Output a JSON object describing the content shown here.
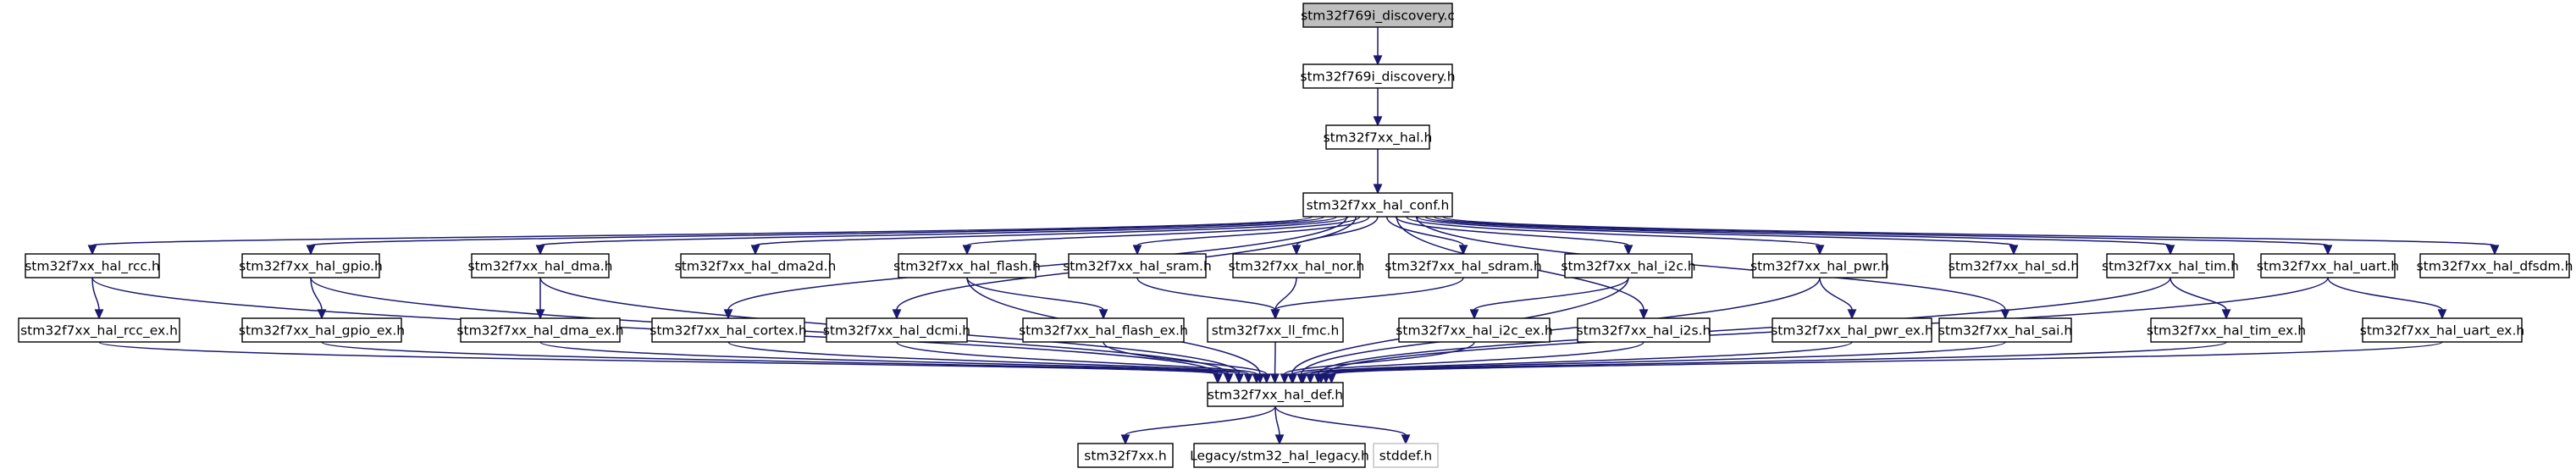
{
  "graph": {
    "nodes": [
      {
        "id": "stm32f769i_discovery_c",
        "label": "stm32f769i_discovery.c",
        "style": "root"
      },
      {
        "id": "stm32f769i_discovery_h",
        "label": "stm32f769i_discovery.h"
      },
      {
        "id": "stm32f7xx_hal_h",
        "label": "stm32f7xx_hal.h"
      },
      {
        "id": "stm32f7xx_hal_conf_h",
        "label": "stm32f7xx_hal_conf.h"
      },
      {
        "id": "stm32f7xx_hal_rcc_h",
        "label": "stm32f7xx_hal_rcc.h"
      },
      {
        "id": "stm32f7xx_hal_gpio_h",
        "label": "stm32f7xx_hal_gpio.h"
      },
      {
        "id": "stm32f7xx_hal_dma_h",
        "label": "stm32f7xx_hal_dma.h"
      },
      {
        "id": "stm32f7xx_hal_dma2d_h",
        "label": "stm32f7xx_hal_dma2d.h"
      },
      {
        "id": "stm32f7xx_hal_flash_h",
        "label": "stm32f7xx_hal_flash.h"
      },
      {
        "id": "stm32f7xx_hal_sram_h",
        "label": "stm32f7xx_hal_sram.h"
      },
      {
        "id": "stm32f7xx_hal_nor_h",
        "label": "stm32f7xx_hal_nor.h"
      },
      {
        "id": "stm32f7xx_hal_sdram_h",
        "label": "stm32f7xx_hal_sdram.h"
      },
      {
        "id": "stm32f7xx_hal_i2c_h",
        "label": "stm32f7xx_hal_i2c.h"
      },
      {
        "id": "stm32f7xx_hal_pwr_h",
        "label": "stm32f7xx_hal_pwr.h"
      },
      {
        "id": "stm32f7xx_hal_sd_h",
        "label": "stm32f7xx_hal_sd.h"
      },
      {
        "id": "stm32f7xx_hal_tim_h",
        "label": "stm32f7xx_hal_tim.h"
      },
      {
        "id": "stm32f7xx_hal_uart_h",
        "label": "stm32f7xx_hal_uart.h"
      },
      {
        "id": "stm32f7xx_hal_dfsdm_h",
        "label": "stm32f7xx_hal_dfsdm.h"
      },
      {
        "id": "stm32f7xx_hal_rcc_ex_h",
        "label": "stm32f7xx_hal_rcc_ex.h"
      },
      {
        "id": "stm32f7xx_hal_gpio_ex_h",
        "label": "stm32f7xx_hal_gpio_ex.h"
      },
      {
        "id": "stm32f7xx_hal_dma_ex_h",
        "label": "stm32f7xx_hal_dma_ex.h"
      },
      {
        "id": "stm32f7xx_hal_cortex_h",
        "label": "stm32f7xx_hal_cortex.h"
      },
      {
        "id": "stm32f7xx_hal_dcmi_h",
        "label": "stm32f7xx_hal_dcmi.h"
      },
      {
        "id": "stm32f7xx_hal_flash_ex_h",
        "label": "stm32f7xx_hal_flash_ex.h"
      },
      {
        "id": "stm32f7xx_ll_fmc_h",
        "label": "stm32f7xx_ll_fmc.h"
      },
      {
        "id": "stm32f7xx_hal_i2c_ex_h",
        "label": "stm32f7xx_hal_i2c_ex.h"
      },
      {
        "id": "stm32f7xx_hal_i2s_h",
        "label": "stm32f7xx_hal_i2s.h"
      },
      {
        "id": "stm32f7xx_hal_pwr_ex_h",
        "label": "stm32f7xx_hal_pwr_ex.h"
      },
      {
        "id": "stm32f7xx_hal_sai_h",
        "label": "stm32f7xx_hal_sai.h"
      },
      {
        "id": "stm32f7xx_hal_tim_ex_h",
        "label": "stm32f7xx_hal_tim_ex.h"
      },
      {
        "id": "stm32f7xx_hal_uart_ex_h",
        "label": "stm32f7xx_hal_uart_ex.h"
      },
      {
        "id": "stm32f7xx_hal_def_h",
        "label": "stm32f7xx_hal_def.h"
      },
      {
        "id": "stm32f7xx_h",
        "label": "stm32f7xx.h"
      },
      {
        "id": "legacy_stm32_hal_legacy_h",
        "label": "Legacy/stm32_hal_legacy.h"
      },
      {
        "id": "stddef_h",
        "label": "stddef.h",
        "style": "faint"
      }
    ],
    "edges": [
      [
        "stm32f769i_discovery_c",
        "stm32f769i_discovery_h"
      ],
      [
        "stm32f769i_discovery_h",
        "stm32f7xx_hal_h"
      ],
      [
        "stm32f7xx_hal_h",
        "stm32f7xx_hal_conf_h"
      ],
      [
        "stm32f7xx_hal_conf_h",
        "stm32f7xx_hal_rcc_h"
      ],
      [
        "stm32f7xx_hal_conf_h",
        "stm32f7xx_hal_gpio_h"
      ],
      [
        "stm32f7xx_hal_conf_h",
        "stm32f7xx_hal_dma_h"
      ],
      [
        "stm32f7xx_hal_conf_h",
        "stm32f7xx_hal_dma2d_h"
      ],
      [
        "stm32f7xx_hal_conf_h",
        "stm32f7xx_hal_flash_h"
      ],
      [
        "stm32f7xx_hal_conf_h",
        "stm32f7xx_hal_sram_h"
      ],
      [
        "stm32f7xx_hal_conf_h",
        "stm32f7xx_hal_nor_h"
      ],
      [
        "stm32f7xx_hal_conf_h",
        "stm32f7xx_hal_sdram_h"
      ],
      [
        "stm32f7xx_hal_conf_h",
        "stm32f7xx_hal_i2c_h"
      ],
      [
        "stm32f7xx_hal_conf_h",
        "stm32f7xx_hal_pwr_h"
      ],
      [
        "stm32f7xx_hal_conf_h",
        "stm32f7xx_hal_sd_h"
      ],
      [
        "stm32f7xx_hal_conf_h",
        "stm32f7xx_hal_tim_h"
      ],
      [
        "stm32f7xx_hal_conf_h",
        "stm32f7xx_hal_uart_h"
      ],
      [
        "stm32f7xx_hal_conf_h",
        "stm32f7xx_hal_dfsdm_h"
      ],
      [
        "stm32f7xx_hal_conf_h",
        "stm32f7xx_hal_cortex_h"
      ],
      [
        "stm32f7xx_hal_conf_h",
        "stm32f7xx_hal_dcmi_h"
      ],
      [
        "stm32f7xx_hal_conf_h",
        "stm32f7xx_hal_i2s_h"
      ],
      [
        "stm32f7xx_hal_conf_h",
        "stm32f7xx_hal_sai_h"
      ],
      [
        "stm32f7xx_hal_rcc_h",
        "stm32f7xx_hal_rcc_ex_h"
      ],
      [
        "stm32f7xx_hal_rcc_h",
        "stm32f7xx_hal_def_h"
      ],
      [
        "stm32f7xx_hal_rcc_ex_h",
        "stm32f7xx_hal_def_h"
      ],
      [
        "stm32f7xx_hal_gpio_h",
        "stm32f7xx_hal_gpio_ex_h"
      ],
      [
        "stm32f7xx_hal_gpio_h",
        "stm32f7xx_hal_def_h"
      ],
      [
        "stm32f7xx_hal_gpio_ex_h",
        "stm32f7xx_hal_def_h"
      ],
      [
        "stm32f7xx_hal_dma_h",
        "stm32f7xx_hal_dma_ex_h"
      ],
      [
        "stm32f7xx_hal_dma_h",
        "stm32f7xx_hal_def_h"
      ],
      [
        "stm32f7xx_hal_dma_ex_h",
        "stm32f7xx_hal_def_h"
      ],
      [
        "stm32f7xx_hal_cortex_h",
        "stm32f7xx_hal_def_h"
      ],
      [
        "stm32f7xx_hal_dcmi_h",
        "stm32f7xx_hal_def_h"
      ],
      [
        "stm32f7xx_hal_flash_h",
        "stm32f7xx_hal_flash_ex_h"
      ],
      [
        "stm32f7xx_hal_flash_h",
        "stm32f7xx_hal_def_h"
      ],
      [
        "stm32f7xx_hal_flash_ex_h",
        "stm32f7xx_hal_def_h"
      ],
      [
        "stm32f7xx_hal_sram_h",
        "stm32f7xx_ll_fmc_h"
      ],
      [
        "stm32f7xx_hal_nor_h",
        "stm32f7xx_ll_fmc_h"
      ],
      [
        "stm32f7xx_hal_sdram_h",
        "stm32f7xx_ll_fmc_h"
      ],
      [
        "stm32f7xx_ll_fmc_h",
        "stm32f7xx_hal_def_h"
      ],
      [
        "stm32f7xx_hal_i2c_h",
        "stm32f7xx_hal_i2c_ex_h"
      ],
      [
        "stm32f7xx_hal_i2c_h",
        "stm32f7xx_hal_def_h"
      ],
      [
        "stm32f7xx_hal_i2c_ex_h",
        "stm32f7xx_hal_def_h"
      ],
      [
        "stm32f7xx_hal_i2s_h",
        "stm32f7xx_hal_def_h"
      ],
      [
        "stm32f7xx_hal_pwr_h",
        "stm32f7xx_hal_pwr_ex_h"
      ],
      [
        "stm32f7xx_hal_pwr_h",
        "stm32f7xx_hal_def_h"
      ],
      [
        "stm32f7xx_hal_pwr_ex_h",
        "stm32f7xx_hal_def_h"
      ],
      [
        "stm32f7xx_hal_sai_h",
        "stm32f7xx_hal_def_h"
      ],
      [
        "stm32f7xx_hal_tim_h",
        "stm32f7xx_hal_tim_ex_h"
      ],
      [
        "stm32f7xx_hal_tim_h",
        "stm32f7xx_hal_def_h"
      ],
      [
        "stm32f7xx_hal_tim_ex_h",
        "stm32f7xx_hal_def_h"
      ],
      [
        "stm32f7xx_hal_uart_h",
        "stm32f7xx_hal_uart_ex_h"
      ],
      [
        "stm32f7xx_hal_uart_h",
        "stm32f7xx_hal_def_h"
      ],
      [
        "stm32f7xx_hal_uart_ex_h",
        "stm32f7xx_hal_def_h"
      ],
      [
        "stm32f7xx_hal_def_h",
        "stm32f7xx_h"
      ],
      [
        "stm32f7xx_hal_def_h",
        "legacy_stm32_hal_legacy_h"
      ],
      [
        "stm32f7xx_hal_def_h",
        "stddef_h"
      ]
    ],
    "colors": {
      "edge": "#191970",
      "root_fill": "#bfbfbf",
      "node_border": "#000000",
      "faint_border": "#bfbfbf"
    }
  }
}
